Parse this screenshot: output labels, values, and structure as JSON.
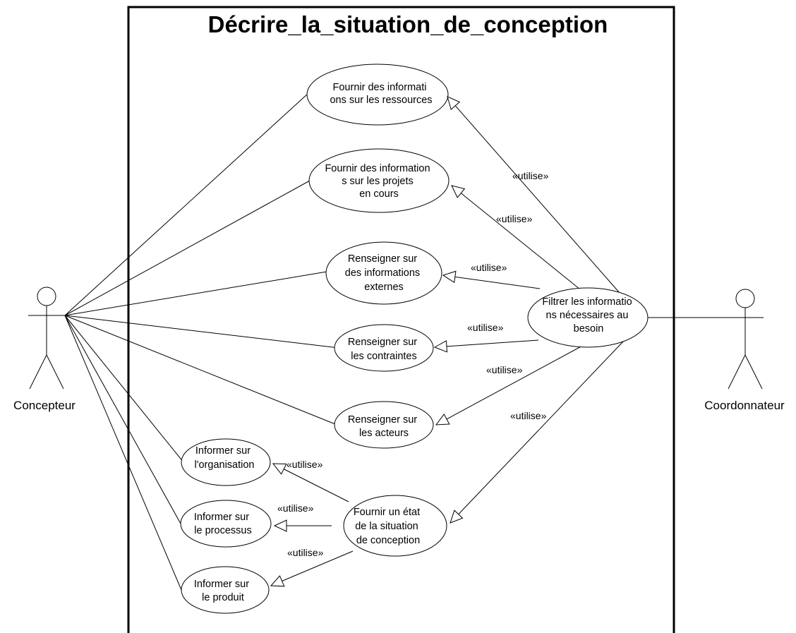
{
  "diagram": {
    "type": "uml-use-case",
    "system_name": "Décrire_la_situation_de_conception",
    "stereotype_label": "«utilise»",
    "actors": [
      {
        "id": "concepteur",
        "name": "Concepteur"
      },
      {
        "id": "coordonnateur",
        "name": "Coordonnateur"
      }
    ],
    "use_cases": [
      {
        "id": "uc_ressources",
        "lines": [
          "Fournir des informati",
          "ons sur les ressources"
        ]
      },
      {
        "id": "uc_projets",
        "lines": [
          "Fournir des information",
          "s sur les projets",
          "en cours"
        ]
      },
      {
        "id": "uc_externes",
        "lines": [
          "Renseigner sur",
          "des informations",
          "externes"
        ]
      },
      {
        "id": "uc_contraintes",
        "lines": [
          "Renseigner sur",
          "les contraintes"
        ]
      },
      {
        "id": "uc_acteurs",
        "lines": [
          "Renseigner sur",
          "les acteurs"
        ]
      },
      {
        "id": "uc_organisation",
        "lines": [
          "Informer sur",
          "l'organisation"
        ]
      },
      {
        "id": "uc_processus",
        "lines": [
          "Informer sur",
          "le processus"
        ]
      },
      {
        "id": "uc_produit",
        "lines": [
          "Informer sur",
          "le produit"
        ]
      },
      {
        "id": "uc_etat",
        "lines": [
          "Fournir un état",
          "de la situation",
          "de conception"
        ]
      },
      {
        "id": "uc_filtrer",
        "lines": [
          "Filtrer les informatio",
          "ns nécessaires au",
          "besoin"
        ]
      }
    ],
    "associations": [
      {
        "actor": "concepteur",
        "use_case": "uc_ressources"
      },
      {
        "actor": "concepteur",
        "use_case": "uc_projets"
      },
      {
        "actor": "concepteur",
        "use_case": "uc_externes"
      },
      {
        "actor": "concepteur",
        "use_case": "uc_contraintes"
      },
      {
        "actor": "concepteur",
        "use_case": "uc_acteurs"
      },
      {
        "actor": "concepteur",
        "use_case": "uc_organisation"
      },
      {
        "actor": "concepteur",
        "use_case": "uc_processus"
      },
      {
        "actor": "concepteur",
        "use_case": "uc_produit"
      },
      {
        "actor": "coordonnateur",
        "use_case": "uc_filtrer"
      }
    ],
    "dependencies": [
      {
        "from": "uc_filtrer",
        "to": "uc_ressources",
        "label": "«utilise»"
      },
      {
        "from": "uc_filtrer",
        "to": "uc_projets",
        "label": "«utilise»"
      },
      {
        "from": "uc_filtrer",
        "to": "uc_externes",
        "label": "«utilise»"
      },
      {
        "from": "uc_filtrer",
        "to": "uc_contraintes",
        "label": "«utilise»"
      },
      {
        "from": "uc_filtrer",
        "to": "uc_acteurs",
        "label": "«utilise»"
      },
      {
        "from": "uc_filtrer",
        "to": "uc_etat",
        "label": "«utilise»"
      },
      {
        "from": "uc_etat",
        "to": "uc_organisation",
        "label": "«utilise»"
      },
      {
        "from": "uc_etat",
        "to": "uc_processus",
        "label": "«utilise»"
      },
      {
        "from": "uc_etat",
        "to": "uc_produit",
        "label": "«utilise»"
      }
    ]
  }
}
